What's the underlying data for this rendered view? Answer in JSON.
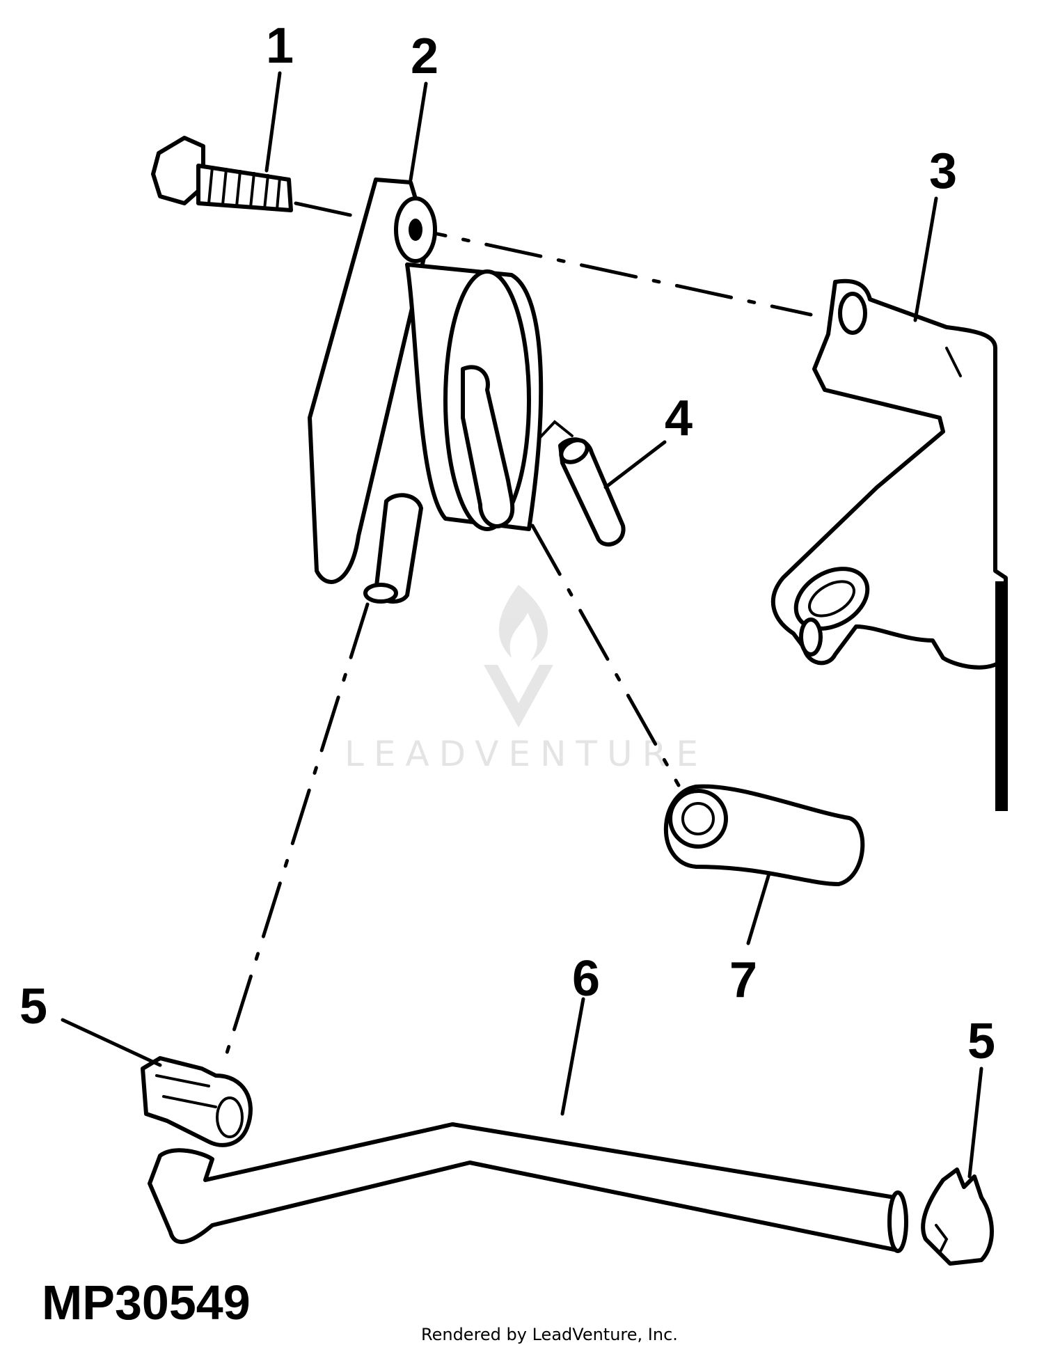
{
  "callouts": [
    "1",
    "2",
    "3",
    "4",
    "5",
    "5",
    "6",
    "7"
  ],
  "figure_id": "MP30549",
  "footer": "Rendered by LeadVenture, Inc.",
  "watermark": "LEADVENTURE"
}
